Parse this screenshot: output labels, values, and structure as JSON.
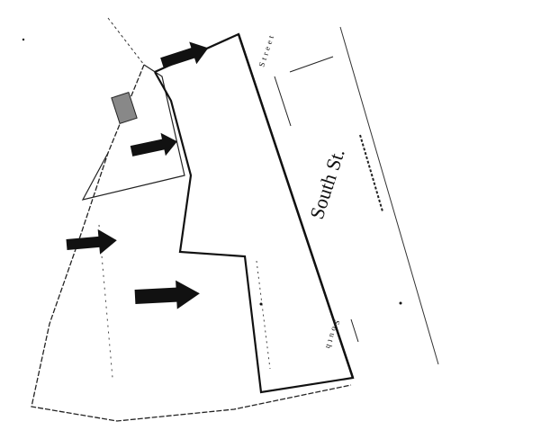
{
  "map": {
    "street_label_main": "South St.",
    "street_label_top": "Street",
    "street_label_lower": "South",
    "colors": {
      "ink": "#111111",
      "paper": "#ffffff"
    }
  }
}
